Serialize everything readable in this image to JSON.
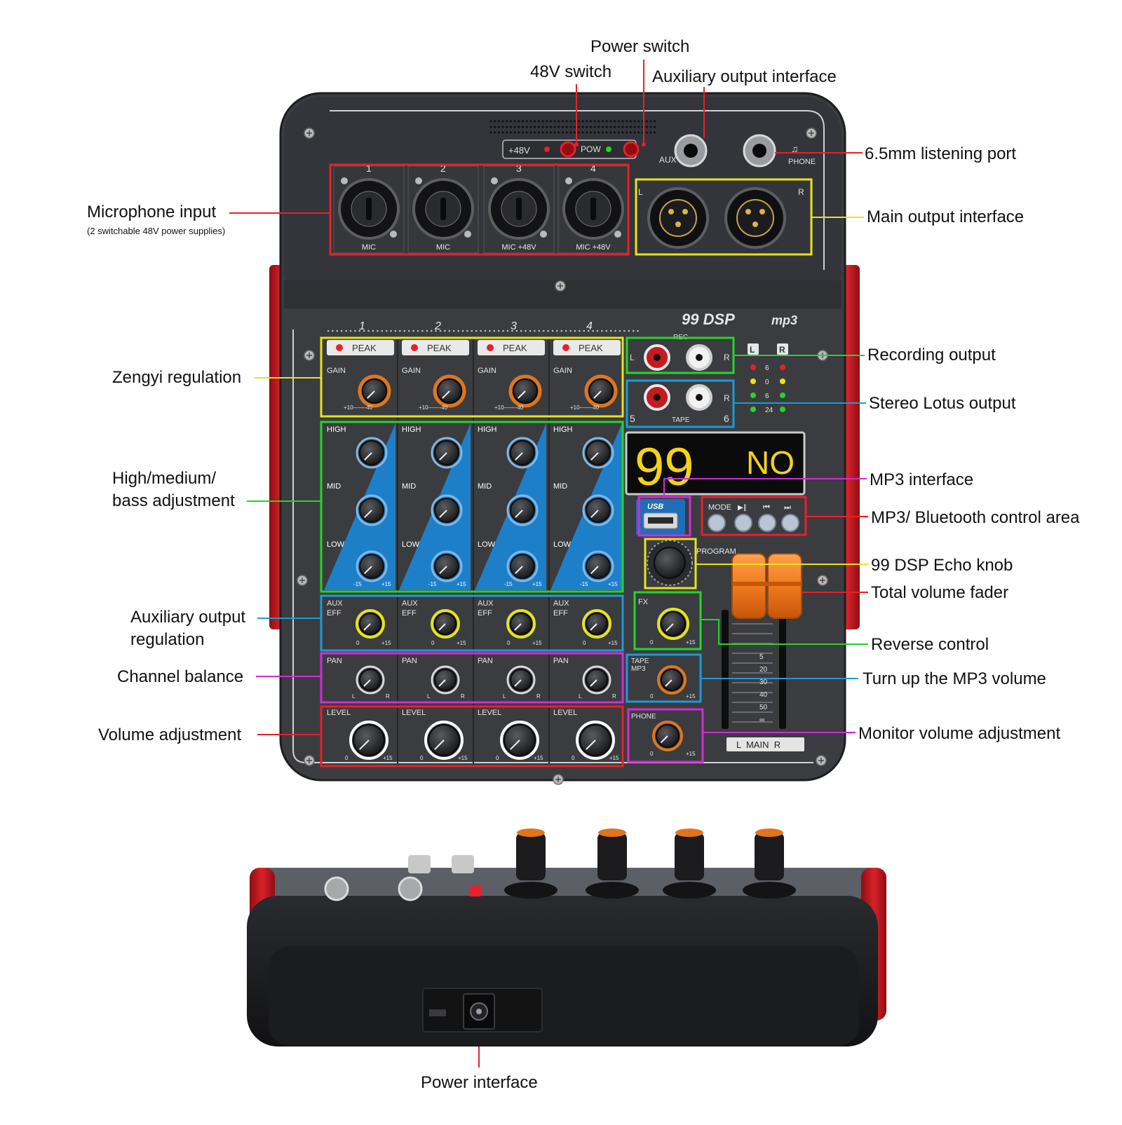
{
  "colors": {
    "red": "#e8202a",
    "yellow": "#e6e41a",
    "green": "#26d42a",
    "blue": "#1e9ad6",
    "magenta": "#d42bd6",
    "panel": "#3b3d41",
    "panel_dark": "#2b2c2f",
    "side_red": "#c7161c",
    "eq_blue": "#1e7fc9",
    "display_yellow": "#f2d21a",
    "fader_orange": "#f07a1f"
  },
  "callouts": {
    "power_switch": "Power switch",
    "v48_switch": "48V switch",
    "aux_output_interface": "Auxiliary output interface",
    "listening_port": "6.5mm listening port",
    "microphone_input": "Microphone input",
    "microphone_input_note": "(2 switchable 48V power supplies)",
    "main_output_interface": "Main output interface",
    "zengyi_regulation": "Zengyi regulation",
    "recording_output": "Recording output",
    "stereo_lotus_output": "Stereo Lotus output",
    "eq_adjustment_line1": "High/medium/",
    "eq_adjustment_line2": "bass adjustment",
    "mp3_interface": "MP3 interface",
    "mp3_bt_control": "MP3/ Bluetooth control area",
    "dsp_echo_knob": "99 DSP Echo knob",
    "total_volume_fader": "Total volume fader",
    "aux_output_regulation_line1": "Auxiliary output",
    "aux_output_regulation_line2": "regulation",
    "reverse_control": "Reverse control",
    "channel_balance": "Channel balance",
    "mp3_volume": "Turn up the MP3 volume",
    "volume_adjustment": "Volume adjustment",
    "monitor_volume": "Monitor volume adjustment",
    "power_interface": "Power interface"
  },
  "panel": {
    "plus48v": "+48V",
    "pow": "POW",
    "aux": "AUX",
    "phone": "PHONE",
    "l": "L",
    "r": "R",
    "brand": "99 DSP",
    "mp3_logo": "mp3",
    "rec": "REC",
    "tape": "TAPE",
    "tape_l_num": "5",
    "tape_r_num": "6",
    "display_left": "99",
    "display_right": "NO",
    "usb": "USB",
    "mode": "MODE",
    "play_pause": "▶∥",
    "prev": "⏮",
    "next": "⏭",
    "program": "PROGRAM",
    "fx": "FX",
    "tape_mp3_line1": "TAPE",
    "tape_mp3_line2": "MP3",
    "phone_knob": "PHONE",
    "main": "L  MAIN  R",
    "zero": "0",
    "plus15": "+15",
    "minus15": "-15",
    "gain_scale": "+10——-40",
    "meter_levels": [
      "6",
      "0",
      "6",
      "24"
    ],
    "fader_scale": [
      "5",
      "20",
      "30",
      "40",
      "50",
      "∞"
    ]
  },
  "channels": [
    {
      "num": "1",
      "mic": "MIC",
      "peak": "PEAK",
      "gain": "GAIN",
      "high": "HIGH",
      "mid": "MID",
      "low": "LOW",
      "aux": "AUX",
      "eff": "EFF",
      "pan": "PAN",
      "level": "LEVEL"
    },
    {
      "num": "2",
      "mic": "MIC",
      "peak": "PEAK",
      "gain": "GAIN",
      "high": "HIGH",
      "mid": "MID",
      "low": "LOW",
      "aux": "AUX",
      "eff": "EFF",
      "pan": "PAN",
      "level": "LEVEL"
    },
    {
      "num": "3",
      "mic": "MIC +48V",
      "peak": "PEAK",
      "gain": "GAIN",
      "high": "HIGH",
      "mid": "MID",
      "low": "LOW",
      "aux": "AUX",
      "eff": "EFF",
      "pan": "PAN",
      "level": "LEVEL"
    },
    {
      "num": "4",
      "mic": "MIC +48V",
      "peak": "PEAK",
      "gain": "GAIN",
      "high": "HIGH",
      "mid": "MID",
      "low": "LOW",
      "aux": "AUX",
      "eff": "EFF",
      "pan": "PAN",
      "level": "LEVEL"
    }
  ]
}
